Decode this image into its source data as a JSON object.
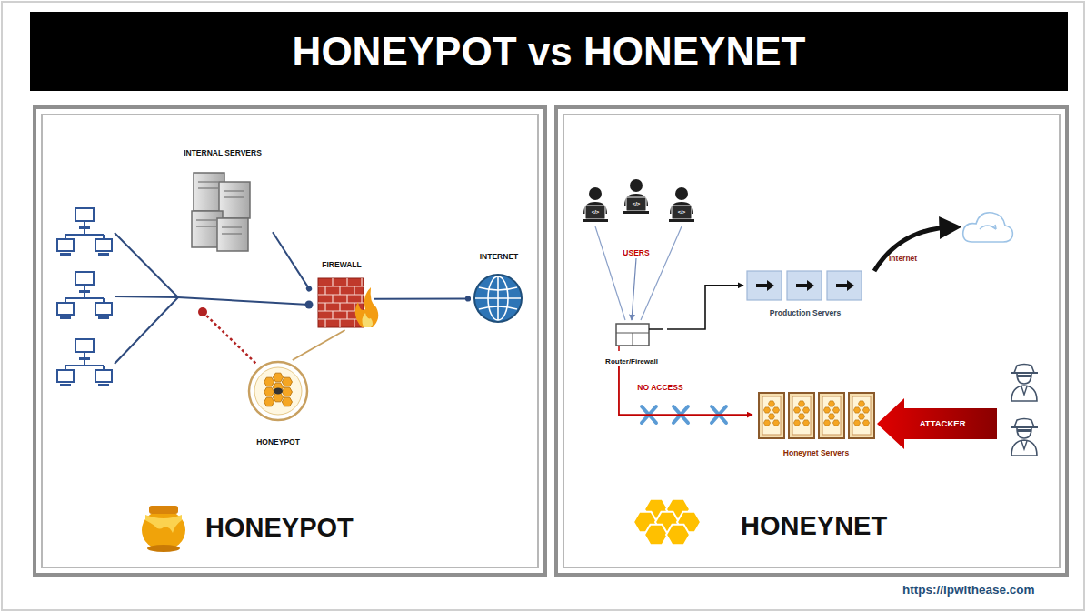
{
  "diagram": {
    "title": "HONEYPOT vs HONEYNET",
    "nodes": [
      {
        "text": [
          "INTERNAL SERVERS"
        ]
      },
      {
        "text": [
          "FIREWALL"
        ]
      },
      {
        "text": [
          "INTERNET"
        ]
      },
      {
        "text": [
          "HONEYPOT"
        ]
      },
      {
        "text": [
          "USERS"
        ]
      },
      {
        "text": [
          "Router/Firewall"
        ]
      },
      {
        "text": [
          "Production Servers"
        ]
      },
      {
        "text": [
          "Honeynet Servers"
        ]
      },
      {
        "text": [
          "ATTACKER"
        ]
      }
    ],
    "edges": [
      {
        "from": 0,
        "to": 1,
        "arrow": "none"
      },
      {
        "from": 1,
        "to": 2,
        "arrow": "none"
      },
      {
        "from": 3,
        "to": 1,
        "arrow": "none"
      },
      {
        "from": 4,
        "to": 5,
        "arrow": "to"
      },
      {
        "from": 5,
        "to": 6,
        "arrow": "to"
      },
      {
        "from": 5,
        "to": 7,
        "arrow": "to",
        "label": "NO ACCESS"
      }
    ],
    "labels": [
      "</>",
      "</>",
      "</>",
      "Internet",
      "HONEYPOT",
      "HONEYNET",
      "https://ipwithease.com"
    ]
  }
}
